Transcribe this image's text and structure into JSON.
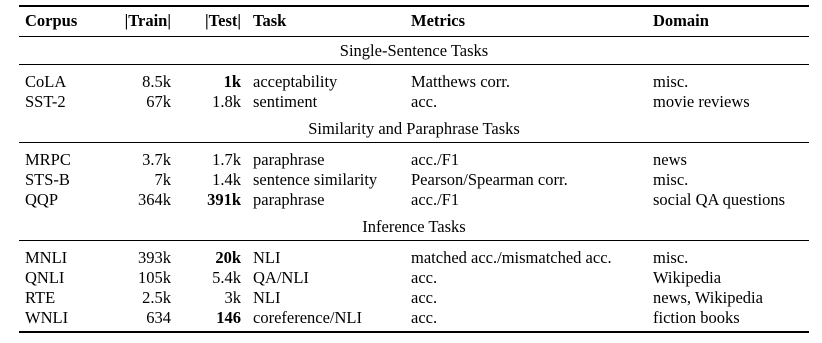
{
  "headers": {
    "corpus": "Corpus",
    "train": "|Train|",
    "test": "|Test|",
    "task": "Task",
    "metrics": "Metrics",
    "domain": "Domain"
  },
  "sections": [
    {
      "title": "Single-Sentence Tasks",
      "rows": [
        {
          "corpus": "CoLA",
          "train": "8.5k",
          "test": "1k",
          "test_bold": true,
          "task": "acceptability",
          "metrics": "Matthews corr.",
          "domain": "misc."
        },
        {
          "corpus": "SST-2",
          "train": "67k",
          "test": "1.8k",
          "test_bold": false,
          "task": "sentiment",
          "metrics": "acc.",
          "domain": "movie reviews"
        }
      ]
    },
    {
      "title": "Similarity and Paraphrase Tasks",
      "rows": [
        {
          "corpus": "MRPC",
          "train": "3.7k",
          "test": "1.7k",
          "test_bold": false,
          "task": "paraphrase",
          "metrics": "acc./F1",
          "domain": "news"
        },
        {
          "corpus": "STS-B",
          "train": "7k",
          "test": "1.4k",
          "test_bold": false,
          "task": "sentence similarity",
          "metrics": "Pearson/Spearman corr.",
          "domain": "misc."
        },
        {
          "corpus": "QQP",
          "train": "364k",
          "test": "391k",
          "test_bold": true,
          "task": "paraphrase",
          "metrics": "acc./F1",
          "domain": "social QA questions"
        }
      ]
    },
    {
      "title": "Inference Tasks",
      "rows": [
        {
          "corpus": "MNLI",
          "train": "393k",
          "test": "20k",
          "test_bold": true,
          "task": "NLI",
          "metrics": "matched acc./mismatched acc.",
          "domain": "misc."
        },
        {
          "corpus": "QNLI",
          "train": "105k",
          "test": "5.4k",
          "test_bold": false,
          "task": "QA/NLI",
          "metrics": "acc.",
          "domain": "Wikipedia"
        },
        {
          "corpus": "RTE",
          "train": "2.5k",
          "test": "3k",
          "test_bold": false,
          "task": "NLI",
          "metrics": "acc.",
          "domain": "news, Wikipedia"
        },
        {
          "corpus": "WNLI",
          "train": "634",
          "test": "146",
          "test_bold": true,
          "task": "coreference/NLI",
          "metrics": "acc.",
          "domain": "fiction books"
        }
      ]
    }
  ]
}
